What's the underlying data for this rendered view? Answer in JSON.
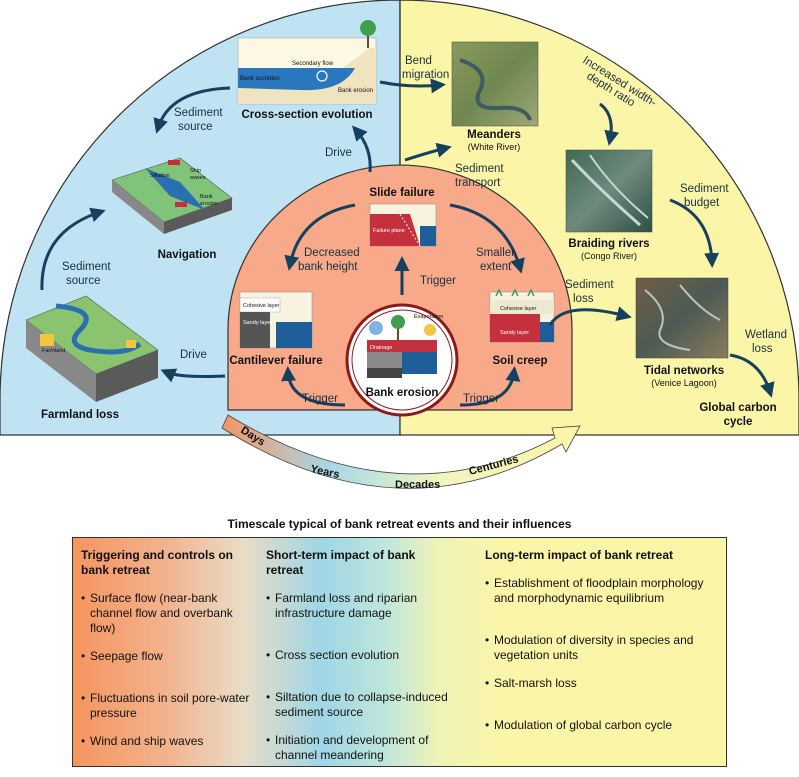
{
  "labels": {
    "cross_section": "Cross-section evolution",
    "secondary_flow": "Secondary flow",
    "bank_accretion": "Bank accretion",
    "bank_erosion_small": "Bank erosion",
    "sediment_source": "Sediment",
    "sediment_source_2": "source",
    "navigation": "Navigation",
    "siltation": "Siltation",
    "ship_waves": "Ship",
    "ship_waves_2": "waves",
    "nav_bank": "Bank",
    "nav_erosion": "erosion",
    "farmland_loss": "Farmland loss",
    "farmland": "Farmland",
    "drive": "Drive",
    "bend_migration": "Bend",
    "bend_migration_2": "migration",
    "meanders": "Meanders",
    "meanders_sub": "(White River)",
    "sediment_transport": "Sediment",
    "sediment_transport_2": "transport",
    "width_depth": "Increased width-",
    "width_depth_2": "depth ratio",
    "braiding": "Braiding rivers",
    "braiding_sub": "(Congo River)",
    "sediment_budget": "Sediment",
    "sediment_budget_2": "budget",
    "sediment_loss": "Sediment",
    "sediment_loss_2": "loss",
    "tidal": "Tidal networks",
    "tidal_sub": "(Venice Lagoon)",
    "wetland_loss": "Wetland",
    "wetland_loss_2": "loss",
    "global_carbon": "Global carbon",
    "global_carbon_2": "cycle",
    "slide_failure": "Slide failure",
    "failure_plane": "Failure plane",
    "decreased_height": "Decreased",
    "decreased_height_2": "bank height",
    "smaller_extent": "Smaller",
    "smaller_extent_2": "extent",
    "trigger": "Trigger",
    "cantilever": "Cantilever failure",
    "cohesive_layer": "Cohesive layer",
    "sandy_layer": "Sandy layer",
    "soil_creep": "Soil creep",
    "bank_erosion": "Bank erosion",
    "evaporation": "Evaporation",
    "drainage": "Drainage"
  },
  "timescale": {
    "days": "Days",
    "years": "Years",
    "decades": "Decades",
    "centuries": "Centuries",
    "caption": "Timescale typical of bank retreat events and their influences"
  },
  "table": {
    "col1": {
      "title": "Triggering and controls on bank retreat",
      "items": [
        "Surface flow (near-bank channel flow and overbank flow)",
        "Seepage flow",
        "Fluctuations in soil pore-water pressure",
        "Wind and ship waves"
      ]
    },
    "col2": {
      "title": "Short-term impact of bank retreat",
      "items": [
        "Farmland loss and riparian infrastructure damage",
        "Cross section evolution",
        "Siltation due to collapse-induced sediment source",
        "Initiation and development of channel meandering"
      ]
    },
    "col3": {
      "title": "Long-term impact of bank retreat",
      "items": [
        "Establishment of floodplain morphology and morphodynamic equilibrium",
        "Modulation of diversity in species and vegetation units",
        "Salt-marsh loss",
        "Modulation of global carbon cycle"
      ]
    }
  },
  "colors": {
    "left_panel": "#bfe3f3",
    "right_panel": "#fbf5a8",
    "inner_dome": "#f7a98a",
    "arrow": "#17405e",
    "water": "#1f5f99",
    "bank_red": "#c4303b"
  }
}
